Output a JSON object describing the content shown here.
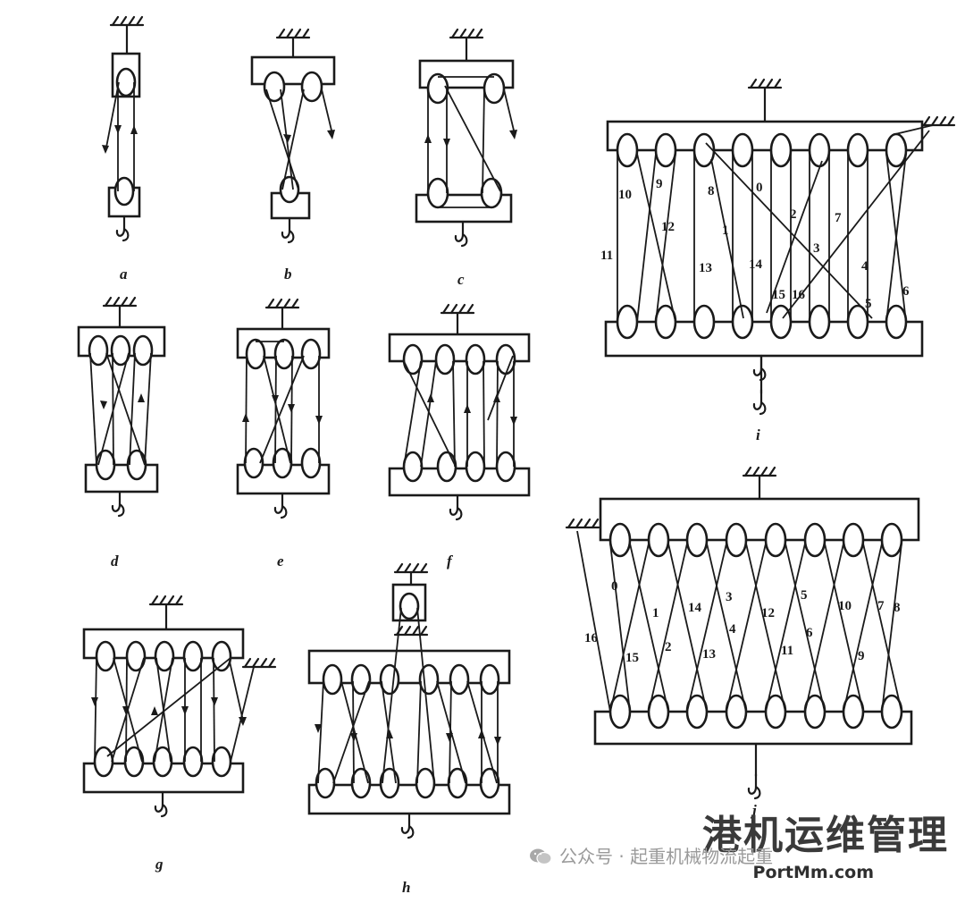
{
  "figure": {
    "panels": [
      {
        "id": "a",
        "label": "a"
      },
      {
        "id": "b",
        "label": "b"
      },
      {
        "id": "c",
        "label": "c"
      },
      {
        "id": "d",
        "label": "d"
      },
      {
        "id": "e",
        "label": "e"
      },
      {
        "id": "f",
        "label": "f"
      },
      {
        "id": "g",
        "label": "g"
      },
      {
        "id": "h",
        "label": "h"
      },
      {
        "id": "i",
        "label": "i",
        "rope_numbers": [
          "10",
          "9",
          "8",
          "0",
          "12",
          "1",
          "2",
          "7",
          "11",
          "13",
          "14",
          "3",
          "4",
          "15",
          "16",
          "5",
          "6"
        ]
      },
      {
        "id": "j",
        "label": "j",
        "rope_numbers": [
          "0",
          "1",
          "14",
          "3",
          "12",
          "5",
          "10",
          "7",
          "8",
          "16",
          "15",
          "2",
          "13",
          "4",
          "11",
          "6",
          "9"
        ]
      }
    ]
  },
  "watermark": {
    "account": "公众号 · 起重机械物流起重",
    "brand": "港机运维管理",
    "domain": "PortMm.com"
  },
  "colors": {
    "ink": "#1a1a1a",
    "paper": "#ffffff",
    "watermark_gray": "#9a9a9a"
  }
}
